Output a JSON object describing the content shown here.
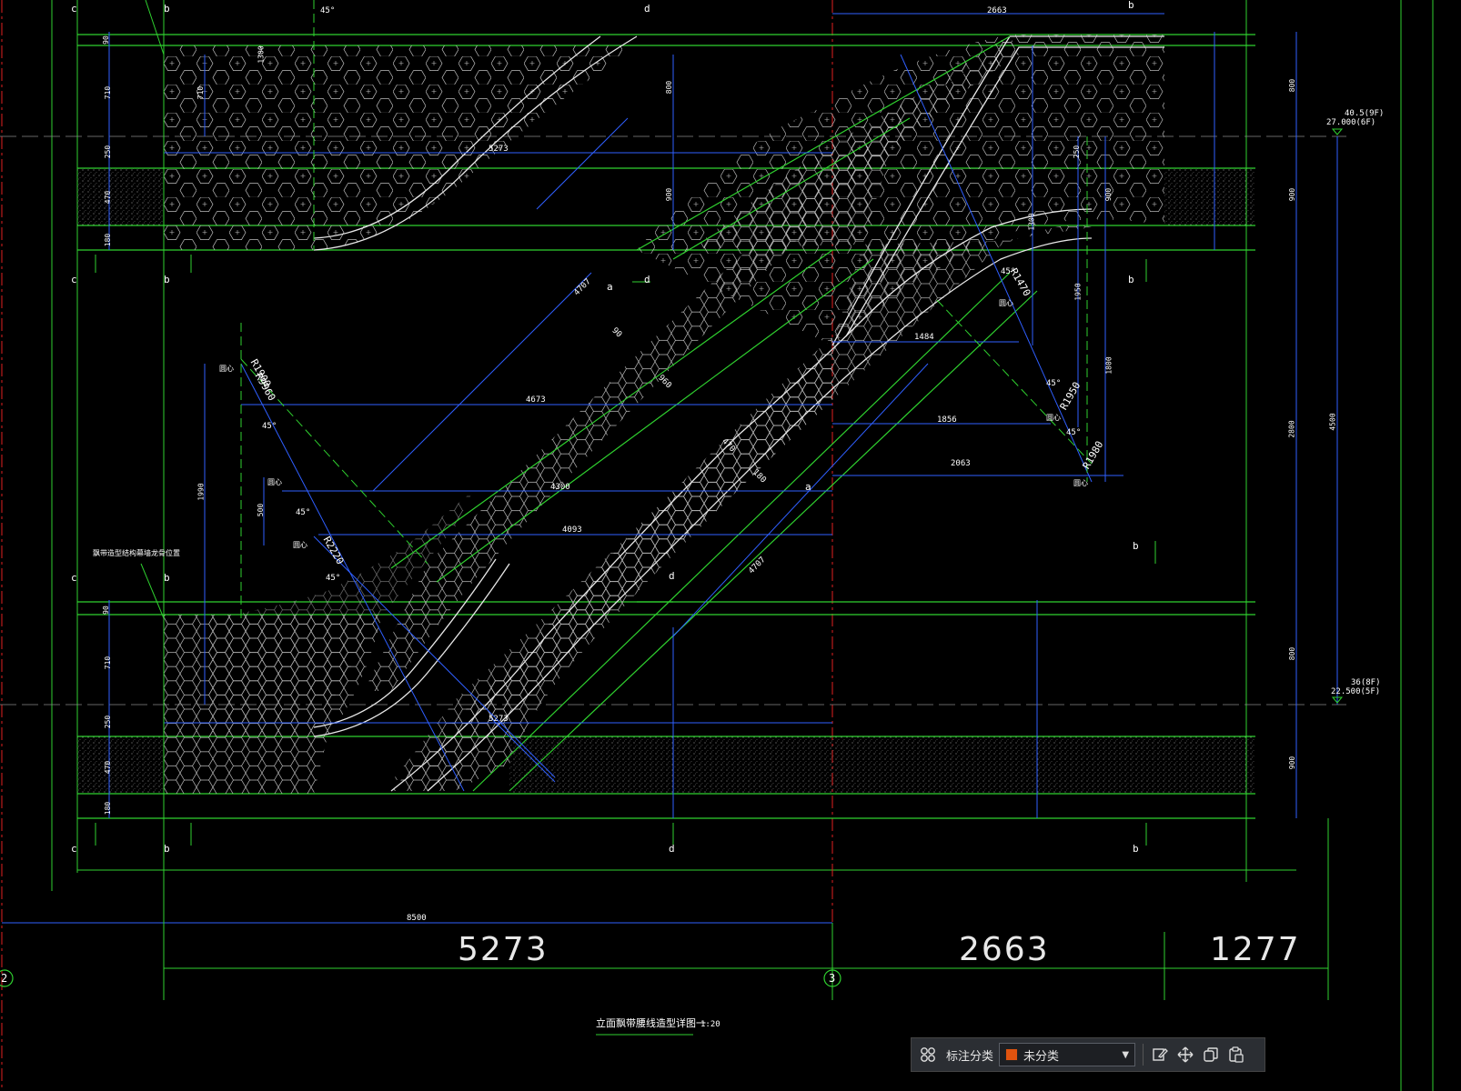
{
  "drawing": {
    "title": "立面飘带腰线造型详图一",
    "scale": "1:20",
    "overall_dims": [
      "5273",
      "2663",
      "1277"
    ],
    "bottom_dim": "8500",
    "top_dim": "2663",
    "axis_markers": [
      "2",
      "3"
    ],
    "elevation_upper": [
      "40.5(9F)",
      "27.000(6F)"
    ],
    "elevation_lower": [
      "36(8F)",
      "22.500(5F)"
    ],
    "right_dims": [
      "800",
      "900",
      "2800",
      "800",
      "900",
      "4500"
    ],
    "left_dims_upper": [
      "90",
      "710",
      "250",
      "470",
      "180"
    ],
    "left_dims_lower": [
      "90",
      "710",
      "250",
      "470",
      "180"
    ],
    "horizontal_dims": [
      "5273",
      "4673",
      "4300",
      "4093",
      "5273",
      "1484",
      "1856",
      "2063"
    ],
    "diag_dims": [
      "4707",
      "4707",
      "90",
      "960",
      "470",
      "180"
    ],
    "radius_labels": [
      "R1900",
      "R2220",
      "R1470",
      "R1950",
      "R1980",
      "R9960"
    ],
    "angle_label": "45°",
    "center_label": "圆心",
    "section_letters": [
      "a",
      "b",
      "c",
      "d"
    ],
    "note": "飘带造型结构幕墙龙骨位置",
    "inner_dims": [
      "1300",
      "710",
      "800",
      "900",
      "1990",
      "500",
      "1950",
      "1800",
      "1300",
      "250",
      "900"
    ]
  },
  "toolbar": {
    "grid_icon": "grid-icon",
    "label": "标注分类",
    "select_value": "未分类",
    "swatch_color": "#e0530f",
    "icons": [
      "edit-icon",
      "move-icon",
      "copy-icon",
      "paste-icon"
    ]
  }
}
